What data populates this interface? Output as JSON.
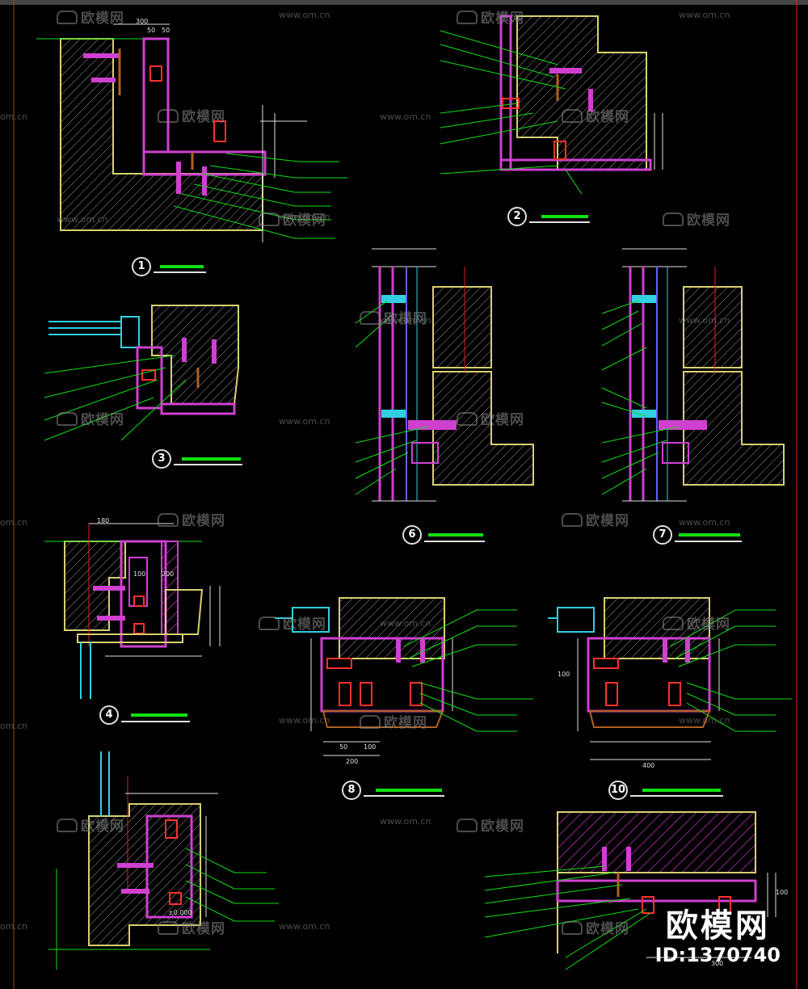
{
  "colors": {
    "background": "#000000",
    "concrete": "#d8d070",
    "metal": "#d040d0",
    "leader": "#10e010",
    "dimension": "#e0e0e0",
    "axis_red": "#e02020",
    "cyan": "#30d0e0"
  },
  "details": [
    {
      "number": "1"
    },
    {
      "number": "2"
    },
    {
      "number": "3"
    },
    {
      "number": "4"
    },
    {
      "number": "6"
    },
    {
      "number": "7"
    },
    {
      "number": "8"
    },
    {
      "number": "10"
    }
  ],
  "dimensions": {
    "d1_a": "300",
    "d1_b": "50",
    "d1_c": "50",
    "d4_a": "180",
    "d4_b": "100",
    "d4_c": "200",
    "d8_a": "200",
    "d8_b": "50",
    "d8_c": "100",
    "d10_a": "400",
    "d10_b": "100",
    "d11_a": "300",
    "d11_b": "100",
    "elev": "±0.000"
  },
  "watermark": {
    "brand": "欧模网",
    "url": "www.om.cn",
    "url_short": "om.cn"
  },
  "brand": {
    "name": "欧模网",
    "id": "ID:1370740"
  }
}
